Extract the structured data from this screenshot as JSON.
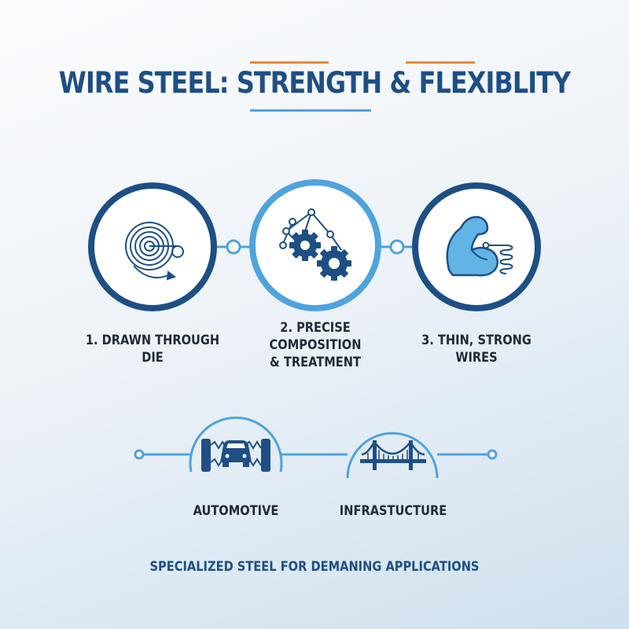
{
  "title": "WIRE STEEL: STRENGTH & FLEXIBLITY",
  "steps": [
    {
      "label": "1. DRAWN THROUGH DIE",
      "icon": "wire-coil-icon"
    },
    {
      "label": "2. PRECISE\nCOMPOSITION\n& TREATMENT",
      "icon": "gears-network-icon"
    },
    {
      "label": "3. THIN, STRONG WIRES",
      "icon": "flexed-arm-spring-icon"
    }
  ],
  "applications": [
    {
      "label": "AUTOMOTIVE",
      "icon": "car-suspension-icon"
    },
    {
      "label": "INFRASTUCTURE",
      "icon": "suspension-bridge-icon"
    }
  ],
  "footer": "SPECIALIZED STEEL FOR DEMANING APPLICATIONS",
  "colors": {
    "navy": "#1d4f85",
    "light_blue": "#4fa3dd",
    "orange_accent": "#e8893a",
    "text_dark": "#1f2a36"
  }
}
